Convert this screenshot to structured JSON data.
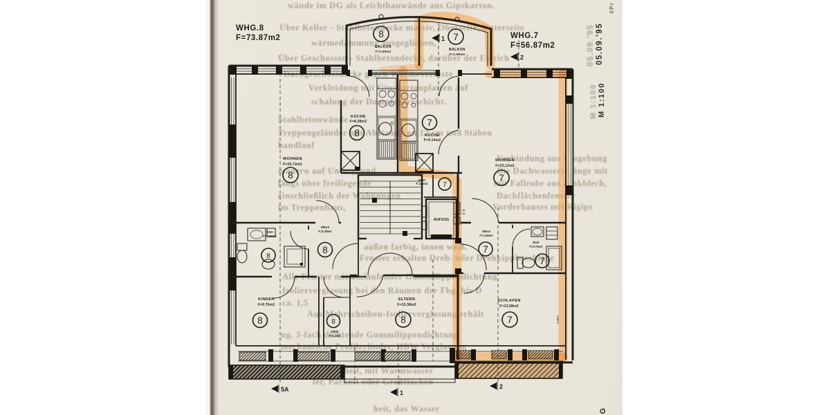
{
  "header": {
    "whg8_title": "WHG.8",
    "whg8_area": "F=73.87m2",
    "whg7_title": "WHG.7",
    "whg7_area": "F=56.87m2"
  },
  "side": {
    "date": "05.09.'95",
    "scale": "M 1:100",
    "dg": "DG",
    "corner": "4Pr",
    "dim": "2.00m",
    "lift_note": "4B"
  },
  "markers": {
    "top1": "1",
    "top2": "2",
    "b5a": "5A",
    "b1": "1",
    "b2": "2"
  },
  "rooms": {
    "balkon8": {
      "unit": "8",
      "name": "BALKON",
      "area": "F=2.69m2"
    },
    "balkon7": {
      "unit": "7",
      "name": "BALKON",
      "area": "F=2.69m2"
    },
    "kueche8": {
      "unit": "8",
      "name": "KÜCHE",
      "area": "F=8.38m2"
    },
    "kueche7": {
      "unit": "7",
      "name": "KÜCHE",
      "area": "F=9.14m2"
    },
    "wohnen8": {
      "unit": "8",
      "name": "WOHNEN",
      "area": "F=25.72m2"
    },
    "wohnen7": {
      "unit": "7",
      "name": "WOHNEN",
      "area": "F=23.12m2"
    },
    "abst7": {
      "unit": "7",
      "name": "ABST",
      "area": "F=1.5m2"
    },
    "aufzug": {
      "name": "AUFZUG"
    },
    "bad8": {
      "unit": "8",
      "name": "BAD",
      "area": "F=4.52m2"
    },
    "diele8": {
      "unit": "8",
      "name": "DIELE",
      "area": "F=5.38m2"
    },
    "bad7": {
      "unit": "7",
      "name": "BAD",
      "area": "F=3.74m2"
    },
    "diele7": {
      "unit": "7",
      "name": "DIELE",
      "area": "F=3.68m2"
    },
    "kinder8": {
      "unit": "8",
      "name": "KINDER",
      "area": "F=9.76m2"
    },
    "abst8": {
      "unit": "8",
      "name": "ABST",
      "area": "F=1.3m2"
    },
    "eltern8": {
      "unit": "8",
      "name": "ELTERN",
      "area": "F=15.38m2"
    },
    "schlafen7": {
      "unit": "7",
      "name": "SCHLAFEN",
      "area": "F=13.58m2"
    }
  },
  "bleed_lines": [
    "wände im DG als Leichtbauwände aus Gipskarton.",
    "Über Keller - Stahlbetondecke massiv, Oberseite, Unterseite",
    "wärmedämmung ausgeglichen,",
    "Über Geschossen - Stahlbetondecke, darüber der Estrich",
    "Dachgeschossdecke gegen Wärmeverluste",
    "Verkleidung mit Gipskartonplatten auf",
    "schalung der Dampfsperrschicht.",
    "Stahlbetonwände",
    "Treppengeländer mit Abstand von 12 cm und Stäben",
    "handlauf",
    "Verbindung aus Umgebung",
    "mauern auf Untergrund",
    "Die Dachwasserstränge mit",
    "längs über freiliegende",
    "mit Fallrohr aus Zinkblech,",
    "einschließlich der Wohnungen",
    "Dachflächenfenster",
    "im Treppenhaus,",
    "Vorderhauses mit Rigips",
    "außen farbig, innen weiß.",
    "Fenster erhalten Dreh- oder Drehkippbeschläge",
    "Alle Fenster mit umlaufender Gummilippendichtung",
    "Isolierverglasung bei den Räumen der Fbg. bis D",
    "ca. 1,5",
    "Aus Mehrscheiben-Isolierverglasung erhält",
    "ng. 3-fach dichtende Gummilippendichtung",
    "mechanische Profilzylinder, HBW Verglasung",
    "wohneinheit, mit Warmwasser",
    "ler, Parkett oder Großflächen",
    "heit, das Wasser"
  ],
  "colors": {
    "highlight": "#f49b3c",
    "paper": "#e9e5db",
    "ink": "#211f1b",
    "bleed": "#80785f"
  }
}
